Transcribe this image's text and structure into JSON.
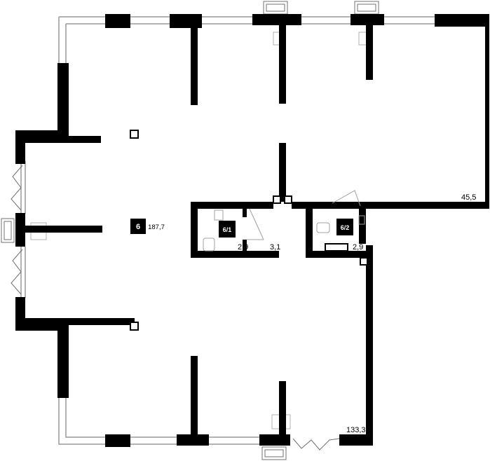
{
  "plan": {
    "unit": {
      "number": "6",
      "area": "187,7"
    },
    "rooms": [
      {
        "badge": "6/1"
      },
      {
        "badge": "6/2"
      }
    ],
    "area_labels": {
      "wc1_a": "2,9",
      "wc1_b": "3,1",
      "wc2": "2,9",
      "upper_right": "45,5",
      "lower": "133,3"
    }
  },
  "colors": {
    "wall": "#000000",
    "window": "#9a9a9a",
    "background": "#ffffff",
    "fixture": "#a0a0a0"
  }
}
